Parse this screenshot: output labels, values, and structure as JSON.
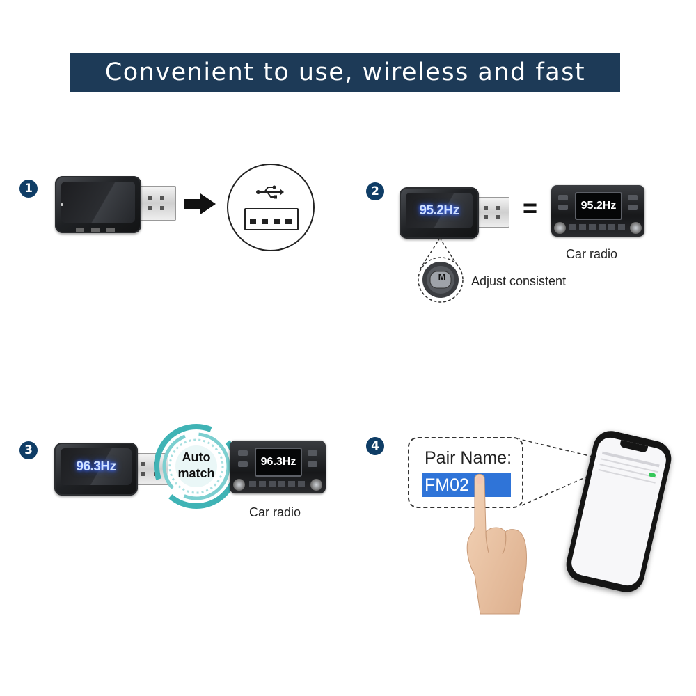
{
  "banner": {
    "title": "Convenient to use, wireless and fast"
  },
  "steps": [
    {
      "number": "1"
    },
    {
      "number": "2",
      "device_frequency": "95.2Hz",
      "equals_sign": "=",
      "radio_frequency": "95.2Hz",
      "radio_caption": "Car radio",
      "button_label": "M",
      "button_caption": "Adjust consistent"
    },
    {
      "number": "3",
      "device_frequency": "96.3Hz",
      "auto_match_line1": "Auto",
      "auto_match_line2": "match",
      "radio_frequency": "96.3Hz",
      "radio_caption": "Car radio"
    },
    {
      "number": "4",
      "pair_label": "Pair Name:",
      "pair_value": "FM02"
    }
  ],
  "colors": {
    "banner_bg": "#1d3a57",
    "step_badge": "#0f3d66",
    "pair_highlight": "#2f74d8",
    "auto_match_ring": "#3fb3b5"
  }
}
